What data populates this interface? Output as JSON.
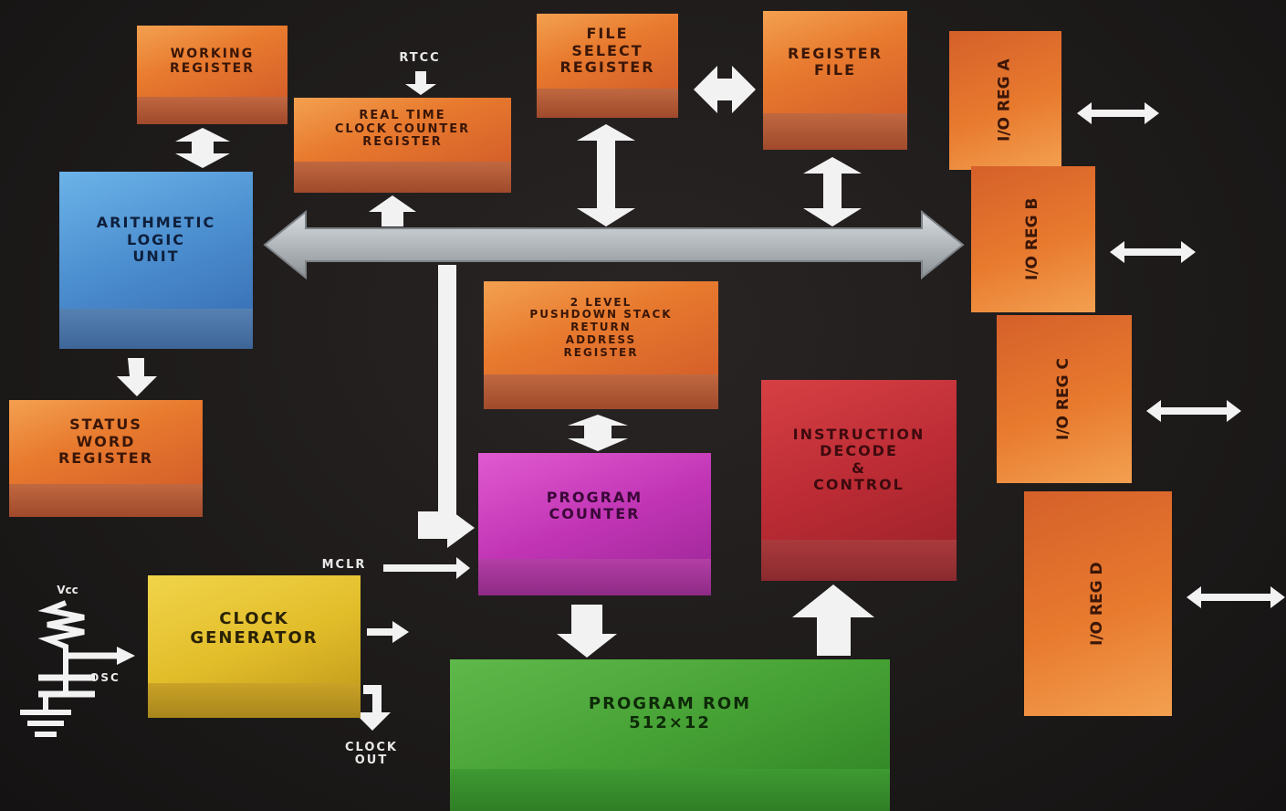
{
  "diagram": {
    "blocks": {
      "working_register": "WORKING\nREGISTER",
      "rtcc_register": "REAL TIME\nCLOCK COUNTER\nREGISTER",
      "file_select_register": "FILE\nSELECT\nREGISTER",
      "register_file": "REGISTER\nFILE",
      "alu": "ARITHMETIC\nLOGIC\nUNIT",
      "status_word_register": "STATUS\nWORD\nREGISTER",
      "stack": "2 LEVEL\nPUSHDOWN STACK\nRETURN\nADDRESS\nREGISTER",
      "program_counter": "PROGRAM\nCOUNTER",
      "instruction_decode": "INSTRUCTION\nDECODE\n&\nCONTROL",
      "clock_generator": "CLOCK\nGENERATOR",
      "program_rom": "PROGRAM ROM\n512×12",
      "io_reg_a": "I/O REG A",
      "io_reg_b": "I/O REG B",
      "io_reg_c": "I/O REG C",
      "io_reg_d": "I/O REG D"
    },
    "labels": {
      "rtcc": "RTCC",
      "mclr": "MCLR",
      "vcc": "Vcc",
      "osc": "OSC",
      "clock_out": "CLOCK\nOUT"
    }
  }
}
